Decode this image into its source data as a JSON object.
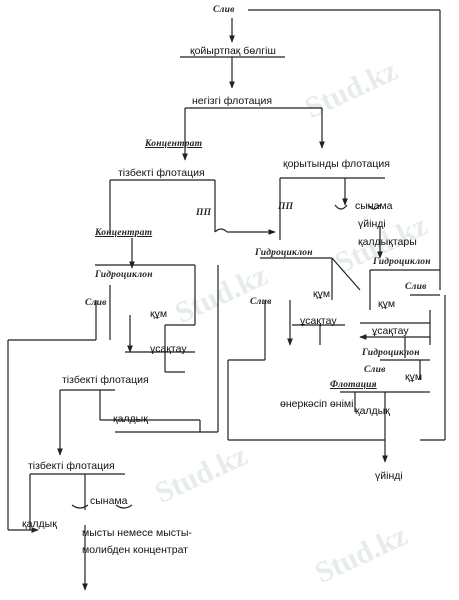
{
  "labels": {
    "grinding": "қойыртпақ бөлгіш",
    "main_flotation": "негізгі флотация",
    "rough_flotation": "қорытынды флотация",
    "cleaner_flotation_1": "тізбекті флотация",
    "sample_1": "сынама",
    "tailings_remains_1": "үйінді",
    "tailings_remains_2": "қалдықтары",
    "sand_1": "құм",
    "regrind_1": "ұсақтау",
    "sand_2": "құм",
    "regrind_2": "ұсақтау",
    "sand_3": "құм",
    "regrind_3": "ұсақтау",
    "sand_4": "құм",
    "cleaner_flotation_2": "тізбекті флотация",
    "industrial_product": "өнеркәсіп өнімі",
    "tailings_1": "қалдық",
    "tailings_2": "қалдық",
    "final_tailings": "үйінді",
    "cleaner_flotation_3": "тізбекті флотация",
    "sample_2": "сынама",
    "tailings_3": "қалдық",
    "concentrate_1": "мысты немесе мысты-",
    "concentrate_2": "молибден концентрат"
  },
  "ru_labels": {
    "overflow_top": "Слив",
    "concentrate_1": "Концентрат",
    "pp_1": "ПП",
    "concentrate_2": "Концентрат",
    "pp_2": "ПП",
    "hydrocyclone_1": "Гидроциклон",
    "overflow_1": "Слив",
    "hydrocyclone_2": "Гидроциклон",
    "overflow_2": "Слив",
    "hydrocyclone_3": "Гидроциклон",
    "overflow_3": "Слив",
    "hydrocyclone_4": "Гидроциклон",
    "overflow_4": "Слив",
    "flotation": "Флотация"
  }
}
